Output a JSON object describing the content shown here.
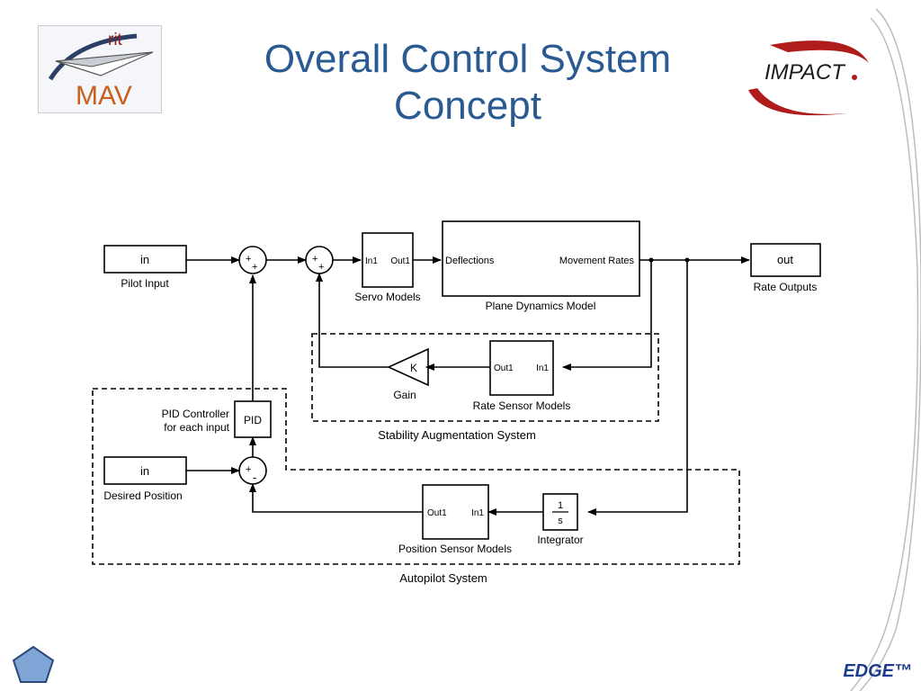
{
  "slide": {
    "title_line1": "Overall Control System",
    "title_line2": "Concept",
    "edge_label": "EDGE™",
    "logo_left": {
      "top_text": "rit",
      "bottom_text": "MAV"
    },
    "logo_right": {
      "text": "IMPACT"
    }
  },
  "diagram": {
    "blocks": {
      "pilot_input": {
        "text": "in",
        "label": "Pilot Input"
      },
      "servo": {
        "in_port": "In1",
        "out_port": "Out1",
        "label": "Servo Models"
      },
      "plane": {
        "in_port": "Deflections",
        "out_port": "Movement Rates",
        "label": "Plane Dynamics Model"
      },
      "out": {
        "text": "out",
        "label": "Rate Outputs"
      },
      "rate_sensor": {
        "out_port": "Out1",
        "in_port": "In1",
        "label": "Rate Sensor Models"
      },
      "gain": {
        "text": "K",
        "label": "Gain"
      },
      "pid": {
        "text": "PID",
        "label_line1": "PID Controller",
        "label_line2": "for each input"
      },
      "desired": {
        "text": "in",
        "label": "Desired Position"
      },
      "position_sensor": {
        "out_port": "Out1",
        "in_port": "In1",
        "label": "Position Sensor Models"
      },
      "integrator": {
        "num": "1",
        "den": "s",
        "label": "Integrator"
      }
    },
    "sums": {
      "sum1": {
        "sign1": "+",
        "sign2": "+"
      },
      "sum2": {
        "sign1": "+",
        "sign2": "+"
      },
      "sum3": {
        "sign1": "+",
        "sign2": "-"
      }
    },
    "subsystems": {
      "stability": "Stability Augmentation System",
      "autopilot": "Autopilot System"
    }
  }
}
